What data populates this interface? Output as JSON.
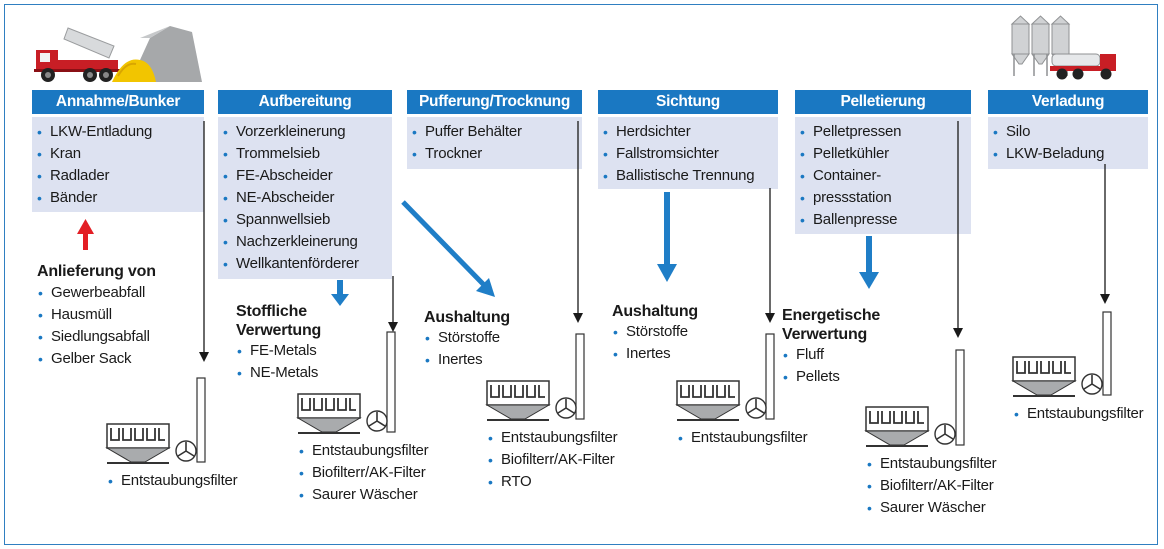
{
  "stages": [
    {
      "title": "Annahme/Bunker",
      "items": [
        "LKW-Entladung",
        "Kran",
        "Radlader",
        "Bänder"
      ]
    },
    {
      "title": "Aufbereitung",
      "items": [
        "Vorzerkleinerung",
        "Trommelsieb",
        "FE-Abscheider",
        "NE-Abscheider",
        "Spannwellsieb",
        "Nachzerkleinerung",
        "Wellkantenförderer"
      ]
    },
    {
      "title": "Pufferung/Trocknung",
      "items": [
        "Puffer Behälter",
        "Trockner"
      ]
    },
    {
      "title": "Sichtung",
      "items": [
        "Herdsichter",
        "Fallstromsichter",
        "Ballistische Trennung"
      ]
    },
    {
      "title": "Pelletierung",
      "items": [
        "Pelletpressen",
        "Pelletkühler",
        "Container-",
        "pressstation",
        "Ballenpresse"
      ]
    },
    {
      "title": "Verladung",
      "items": [
        "Silo",
        "LKW-Beladung"
      ]
    }
  ],
  "delivery": {
    "title": "Anlieferung von",
    "items": [
      "Gewerbeabfall",
      "Hausmüll",
      "Siedlungsabfall",
      "Gelber Sack"
    ]
  },
  "outputs": [
    {
      "title": [
        "Stoffliche",
        "Verwertung"
      ],
      "items": [
        "FE-Metals",
        "NE-Metals"
      ]
    },
    {
      "title": [
        "Aushaltung"
      ],
      "items": [
        "Störstoffe",
        "Inertes"
      ]
    },
    {
      "title": [
        "Aushaltung"
      ],
      "items": [
        "Störstoffe",
        "Inertes"
      ]
    },
    {
      "title": [
        "Energetische",
        "Verwertung"
      ],
      "items": [
        "Fluff",
        "Pellets"
      ]
    }
  ],
  "filters": [
    {
      "items": [
        "Entstaubungsfilter"
      ]
    },
    {
      "items": [
        "Entstaubungsfilter",
        "Biofilterr/AK-Filter",
        "Saurer Wäscher"
      ]
    },
    {
      "items": [
        "Entstaubungsfilter",
        "Biofilterr/AK-Filter",
        "RTO"
      ]
    },
    {
      "items": [
        "Entstaubungsfilter"
      ]
    },
    {
      "items": [
        "Entstaubungsfilter",
        "Biofilterr/AK-Filter",
        "Saurer Wäscher"
      ]
    },
    {
      "items": [
        "Entstaubungsfilter"
      ]
    }
  ],
  "icons": [
    "dump-truck-icon",
    "material-heap-icon",
    "silo-truck-icon",
    "dust-filter-icon",
    "up-arrow-icon",
    "down-arrow-icon"
  ],
  "colors": {
    "header": "#1a78c2",
    "box": "#dde2f1",
    "arrow_blue": "#1f7ec7",
    "arrow_red": "#e31e24",
    "bullet": "#1a78c2",
    "frame": "#2f7fc1"
  }
}
